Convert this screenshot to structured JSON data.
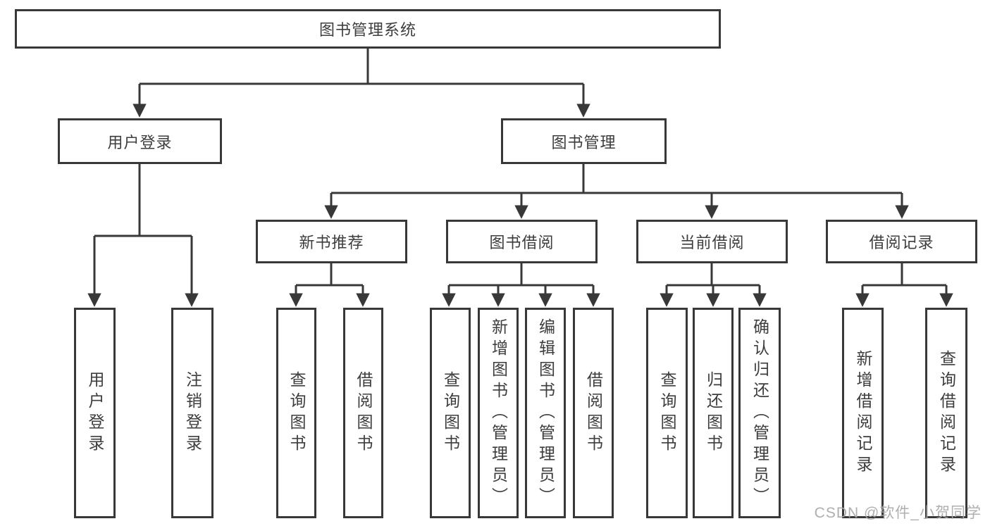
{
  "diagram": {
    "root": {
      "label": "图书管理系统"
    },
    "branches": [
      {
        "label": "用户登录",
        "children": [
          {
            "label": "用户登录"
          },
          {
            "label": "注销登录"
          }
        ]
      },
      {
        "label": "图书管理",
        "children": [
          {
            "label": "新书推荐",
            "children": [
              {
                "label": "查询图书"
              },
              {
                "label": "借阅图书"
              }
            ]
          },
          {
            "label": "图书借阅",
            "children": [
              {
                "label": "查询图书"
              },
              {
                "label": "新增图书（管理员）"
              },
              {
                "label": "编辑图书（管理员）"
              },
              {
                "label": "借阅图书"
              }
            ]
          },
          {
            "label": "当前借阅",
            "children": [
              {
                "label": "查询图书"
              },
              {
                "label": "归还图书"
              },
              {
                "label": "确认归还（管理员）"
              }
            ]
          },
          {
            "label": "借阅记录",
            "children": [
              {
                "label": "新增借阅记录"
              },
              {
                "label": "查询借阅记录"
              }
            ]
          }
        ]
      }
    ]
  },
  "watermark": {
    "text": "CSDN @软件_小贺同学"
  },
  "colors": {
    "line": "#383838",
    "text": "#3d3d3d",
    "watermark": "#a8a8a8"
  }
}
